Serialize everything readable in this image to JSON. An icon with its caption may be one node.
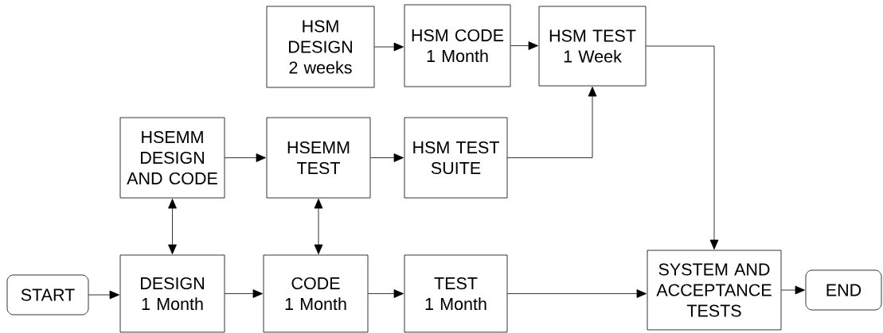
{
  "diagram": {
    "nodes": [
      {
        "text": [
          "HSM DESIGN",
          "2 weeks"
        ]
      },
      {
        "text": [
          "HSM CODE",
          "1 Month"
        ]
      },
      {
        "text": [
          "HSM TEST",
          "1 Week"
        ]
      },
      {
        "text": [
          "HSEMM DESIGN AND CODE"
        ]
      },
      {
        "text": [
          "HSEMM TEST"
        ]
      },
      {
        "text": [
          "HSM TEST SUITE"
        ]
      },
      {
        "text": [
          "START"
        ]
      },
      {
        "text": [
          "DESIGN",
          "1 Month"
        ]
      },
      {
        "text": [
          "CODE",
          "1 Month"
        ]
      },
      {
        "text": [
          "TEST",
          "1 Month"
        ]
      },
      {
        "text": [
          "SYSTEM AND ACCEPTANCE TESTS"
        ]
      },
      {
        "text": [
          "END"
        ]
      }
    ],
    "edges": [
      {
        "from": 0,
        "to": 1,
        "arrow": "to"
      },
      {
        "from": 1,
        "to": 2,
        "arrow": "to"
      },
      {
        "from": 3,
        "to": 4,
        "arrow": "to"
      },
      {
        "from": 4,
        "to": 5,
        "arrow": "to"
      },
      {
        "from": 5,
        "to": 2,
        "arrow": "to"
      },
      {
        "from": 3,
        "to": 7,
        "arrow": "both"
      },
      {
        "from": 4,
        "to": 8,
        "arrow": "both"
      },
      {
        "from": 6,
        "to": 7,
        "arrow": "to"
      },
      {
        "from": 7,
        "to": 8,
        "arrow": "to"
      },
      {
        "from": 8,
        "to": 9,
        "arrow": "to"
      },
      {
        "from": 9,
        "to": 10,
        "arrow": "to"
      },
      {
        "from": 2,
        "to": 10,
        "arrow": "to"
      },
      {
        "from": 10,
        "to": 11,
        "arrow": "to"
      }
    ]
  }
}
